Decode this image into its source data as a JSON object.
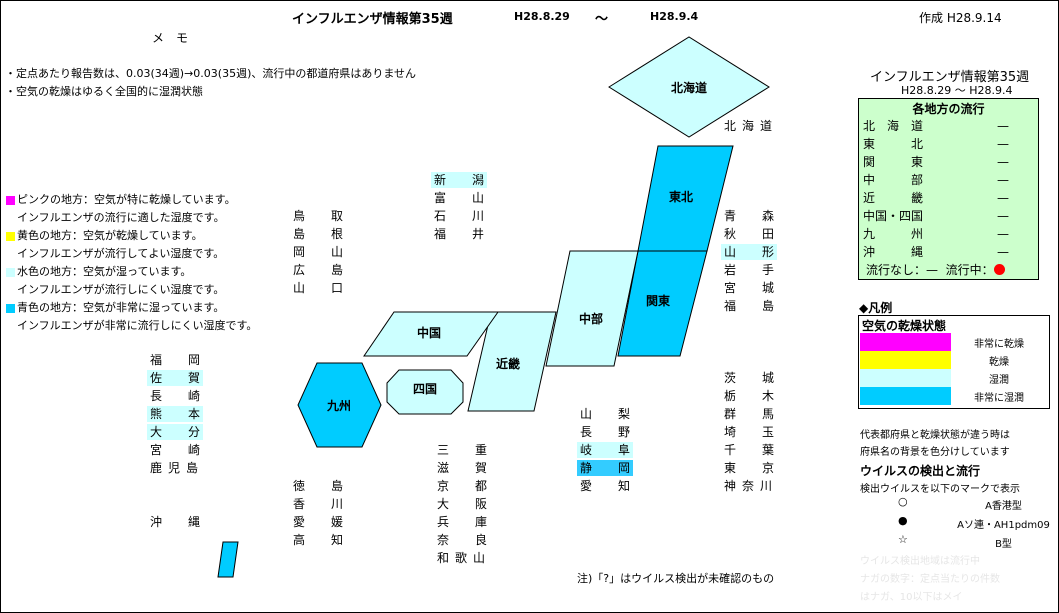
{
  "header": {
    "title": "インフルエンザ情報第35週",
    "date_from": "H28.8.29",
    "tilde": "〜",
    "date_to": "H28.9.4",
    "created": "作成 H28.9.14"
  },
  "memo": {
    "heading": "メ　モ",
    "lines": [
      "・定点あたり報告数は、0.03(34週)→0.03(35週)、流行中の都道府県はありません",
      "・空気の乾燥はゆるく全国的に湿潤状態"
    ]
  },
  "legend_left": [
    {
      "marker_color": "#ff00ff",
      "line1": "ピンクの地方：空気が特に乾燥しています。",
      "line2": "インフルエンザの流行に適した湿度です。"
    },
    {
      "marker_color": "#ffff00",
      "line1": "黄色の地方：空気が乾燥しています。",
      "line2": "インフルエンザが流行してよい湿度です。"
    },
    {
      "marker_color": "#ccffff",
      "line1": "水色の地方：空気が湿っています。",
      "line2": "インフルエンザが流行しにくい湿度です。"
    },
    {
      "marker_color": "#00ccff",
      "line1": "青色の地方：空気が非常に湿っています。",
      "line2": "インフルエンザが非常に流行しにくい湿度です。"
    }
  ],
  "regions": {
    "hokkaido": "北海道",
    "tohoku": "東北",
    "kanto": "関東",
    "chubu": "中部",
    "kinki": "近畿",
    "chugoku": "中国",
    "shikoku": "四国",
    "kyushu": "九州"
  },
  "region_colors": {
    "light": "#ccffff",
    "blue": "#00ccff"
  },
  "prefectures": {
    "hokkaido": [
      {
        "a": "北",
        "b": "海",
        "c": "道"
      }
    ],
    "hokuriku": [
      {
        "a": "新",
        "b": "潟",
        "hl": "light"
      },
      {
        "a": "富",
        "b": "山"
      },
      {
        "a": "石",
        "b": "川"
      },
      {
        "a": "福",
        "b": "井"
      }
    ],
    "tohoku": [
      {
        "a": "青",
        "b": "森"
      },
      {
        "a": "秋",
        "b": "田"
      },
      {
        "a": "山",
        "b": "形",
        "hl": "light"
      },
      {
        "a": "岩",
        "b": "手"
      },
      {
        "a": "宮",
        "b": "城"
      },
      {
        "a": "福",
        "b": "島"
      }
    ],
    "chugoku": [
      {
        "a": "鳥",
        "b": "取"
      },
      {
        "a": "島",
        "b": "根"
      },
      {
        "a": "岡",
        "b": "山"
      },
      {
        "a": "広",
        "b": "島"
      },
      {
        "a": "山",
        "b": "口"
      }
    ],
    "kyushu": [
      {
        "a": "福",
        "b": "岡"
      },
      {
        "a": "佐",
        "b": "賀",
        "hl": "light"
      },
      {
        "a": "長",
        "b": "崎"
      },
      {
        "a": "熊",
        "b": "本",
        "hl": "light"
      },
      {
        "a": "大",
        "b": "分",
        "hl": "light"
      },
      {
        "a": "宮",
        "b": "崎"
      },
      {
        "a": "鹿",
        "b": "児",
        "c": "島"
      }
    ],
    "okinawa": [
      {
        "a": "沖",
        "b": "縄"
      }
    ],
    "shikoku": [
      {
        "a": "徳",
        "b": "島"
      },
      {
        "a": "香",
        "b": "川"
      },
      {
        "a": "愛",
        "b": "媛"
      },
      {
        "a": "高",
        "b": "知"
      }
    ],
    "kinki": [
      {
        "a": "三",
        "b": "重"
      },
      {
        "a": "滋",
        "b": "賀"
      },
      {
        "a": "京",
        "b": "都"
      },
      {
        "a": "大",
        "b": "阪"
      },
      {
        "a": "兵",
        "b": "庫"
      },
      {
        "a": "奈",
        "b": "良"
      },
      {
        "a": "和",
        "b": "歌",
        "c": "山"
      }
    ],
    "chubu": [
      {
        "a": "山",
        "b": "梨"
      },
      {
        "a": "長",
        "b": "野"
      },
      {
        "a": "岐",
        "b": "阜",
        "hl": "light"
      },
      {
        "a": "静",
        "b": "岡",
        "hl": "blue"
      },
      {
        "a": "愛",
        "b": "知"
      }
    ],
    "kanto": [
      {
        "a": "茨",
        "b": "城"
      },
      {
        "a": "栃",
        "b": "木"
      },
      {
        "a": "群",
        "b": "馬"
      },
      {
        "a": "埼",
        "b": "玉"
      },
      {
        "a": "千",
        "b": "葉"
      },
      {
        "a": "東",
        "b": "京"
      },
      {
        "a": "神",
        "b": "奈",
        "c": "川"
      }
    ]
  },
  "note": "注)「?」はウイルス検出が未確認のもの",
  "panel": {
    "title": "インフルエンザ情報第35週",
    "dates": "H28.8.29 〜 H28.9.4",
    "table_title": "各地方の流行",
    "rows": [
      {
        "name": "北　海　道",
        "status": "—"
      },
      {
        "name": "東　　　北",
        "status": "—"
      },
      {
        "name": "関　　　東",
        "status": "—"
      },
      {
        "name": "中　　　部",
        "status": "—"
      },
      {
        "name": "近　　　畿",
        "status": "—"
      },
      {
        "name": "中国・四国",
        "status": "—"
      },
      {
        "name": "九　　　州",
        "status": "—"
      },
      {
        "name": "沖　　　縄",
        "status": "—"
      }
    ],
    "footer_none": "流行なし：—",
    "footer_active": "流行中："
  },
  "legend_right": {
    "heading": "◆凡例",
    "box_title": "空気の乾燥状態",
    "items": [
      {
        "label": "非常に乾燥",
        "color": "#ff00ff"
      },
      {
        "label": "乾燥",
        "color": "#ffff00"
      },
      {
        "label": "湿潤",
        "color": "#ccffff"
      },
      {
        "label": "非常に湿潤",
        "color": "#00ccff"
      }
    ],
    "desc1": "代表都府県と乾燥状態が違う時は",
    "desc2": "府県名の背景を色分けしています",
    "virus_heading": "ウイルスの検出と流行",
    "virus_desc": "検出ウイルスを以下のマークで表示",
    "virus_marks": [
      {
        "mark": "○",
        "label": "A香港型"
      },
      {
        "mark": "●",
        "label": "Aソ連・AH1pdm09"
      },
      {
        "mark": "☆",
        "label": "B型"
      }
    ],
    "faint": [
      "ウイルス検出地域は流行中",
      "ナガの数字：定点当たりの件数",
      "はナガ、10以下はメイ"
    ]
  }
}
